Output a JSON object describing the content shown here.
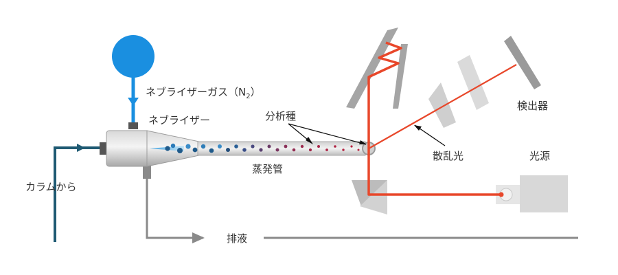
{
  "labels": {
    "nebulizer_gas": "ネブライザーガス（N",
    "nebulizer_gas_sub": "2",
    "nebulizer_gas_close": "）",
    "nebulizer": "ネブライザー",
    "analyte": "分析種",
    "drift_tube": "蒸発管",
    "from_column": "カラムから",
    "drain": "排液",
    "scattered_light": "散乱光",
    "light_source": "光源",
    "detector": "検出器"
  },
  "colors": {
    "liquid_line": "#1f5a73",
    "gas_blue": "#1a8fe0",
    "gray_line": "#8a8a8a",
    "light_red": "#e8472a",
    "mirror_gray": "#9a9a9a"
  }
}
